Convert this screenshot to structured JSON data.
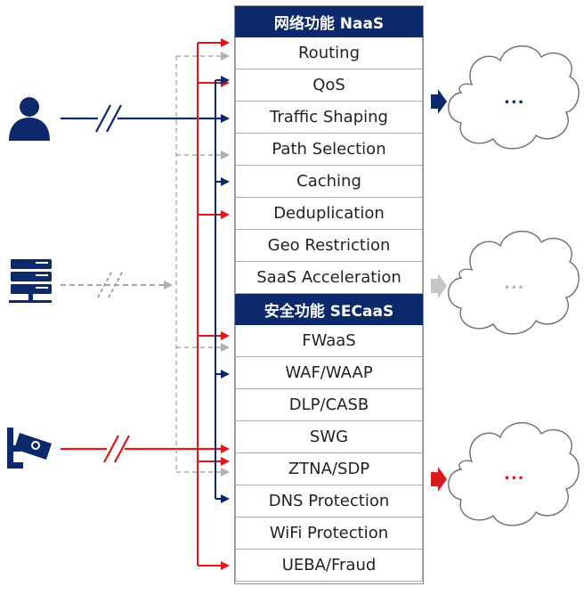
{
  "naas": {
    "title": "网络功能 NaaS",
    "items": [
      "Routing",
      "QoS",
      "Traffic Shaping",
      "Path Selection",
      "Caching",
      "Deduplication",
      "Geo Restriction",
      "SaaS Acceleration"
    ]
  },
  "secaas": {
    "title": "安全功能 SECaaS",
    "items": [
      "FWaaS",
      "WAF/WAAP",
      "DLP/CASB",
      "SWG",
      "ZTNA/SDP",
      "DNS Protection",
      "WiFi Protection",
      "UEBA/Fraud"
    ]
  },
  "clouds": [
    {
      "label": "...",
      "color": "#0c2a6b"
    },
    {
      "label": "...",
      "color": "#b5b5b5"
    },
    {
      "label": "...",
      "color": "#d9191c"
    }
  ],
  "sources": [
    {
      "icon": "user-icon",
      "color": "#0c2a6b",
      "line": "solid"
    },
    {
      "icon": "server-icon",
      "color": "#9a9a9a",
      "line": "dashed"
    },
    {
      "icon": "camera-icon",
      "color": "#d9191c",
      "line": "solid"
    }
  ],
  "colors": {
    "navy": "#0c2a6b",
    "red": "#d9191c",
    "gray": "#9a9a9a"
  }
}
